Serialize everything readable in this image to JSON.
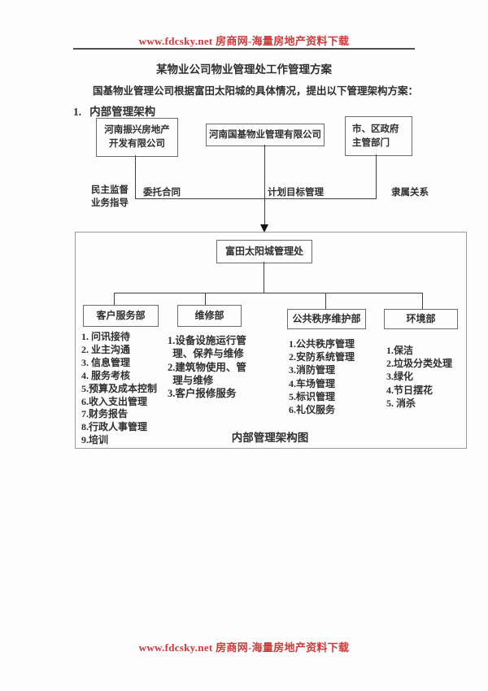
{
  "site": {
    "header_link": "www.fdcsky.net 房商网-海量房地产资料下载",
    "footer_link": "www.fdcsky.net 房商网-海量房地产资料下载"
  },
  "doc": {
    "title": "某物业公司物业管理处工作管理方案",
    "intro": "国基物业管理公司根据富田太阳城的具体情况，提出以下管理架构方案：",
    "section_no": "1.",
    "section_heading": "内部管理架构"
  },
  "top_chart": {
    "developer_box": "河南振兴房地产\n开发有限公司",
    "company_box": "河南国基物业管理有限公司",
    "government_box": "市、区政府\n主管部门",
    "relation_democratic": "民主监督\n业务指导",
    "relation_contract": "委托合同",
    "relation_plan": "计划目标管理",
    "relation_subordinate": "隶属关系"
  },
  "org_chart": {
    "root": "富田太阳城管理处",
    "caption": "内部管理架构图",
    "departments": [
      {
        "name": "客户服务部",
        "items": [
          "1. 问讯接待",
          "2. 业主沟通",
          "3. 信息管理",
          "4. 服务考核",
          "5.预算及成本控制",
          "6.收入支出管理",
          "7.财务报告",
          "8.行政人事管理",
          "9.培训"
        ]
      },
      {
        "name": "维修部",
        "items": [
          "1.设备设施运行管",
          "  理、保养与维修",
          "2.建筑物使用、管",
          "  理与维修",
          "3.客户报修服务"
        ]
      },
      {
        "name": "公共秩序维护部",
        "items": [
          "1.公共秩序管理",
          "2.安防系统管理",
          "3.消防管理",
          "4.车场管理",
          "5.标识管理",
          "6.礼仪服务"
        ]
      },
      {
        "name": "环境部",
        "items": [
          "1.保洁",
          "2.垃圾分类处理",
          "3.绿化",
          "4.节日摆花",
          "5. 消杀"
        ]
      }
    ]
  },
  "colors": {
    "accent_red": "#cd3a3a",
    "line": "#3f3f3f",
    "text": "#2e2e2e"
  }
}
